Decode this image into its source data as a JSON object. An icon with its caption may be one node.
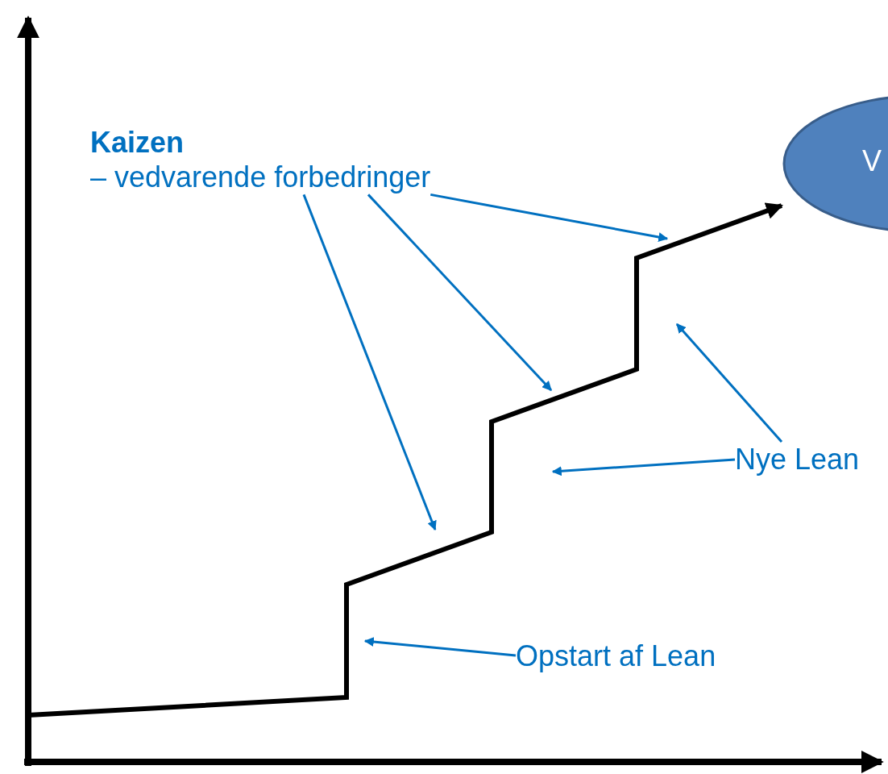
{
  "diagram": {
    "nodes": [
      {
        "text": [
          "Kaizen",
          "– vedvarende forbedringer"
        ]
      },
      {
        "text": [
          "Nye Lean"
        ]
      },
      {
        "text": [
          "Opstart af Lean"
        ]
      },
      {
        "text": [
          "V"
        ]
      }
    ],
    "edges": [
      {
        "from": 0,
        "to": null,
        "arrow": "to"
      },
      {
        "from": 0,
        "to": null,
        "arrow": "to"
      },
      {
        "from": 0,
        "to": null,
        "arrow": "to"
      },
      {
        "from": 1,
        "to": null,
        "arrow": "to"
      },
      {
        "from": 1,
        "to": null,
        "arrow": "to"
      },
      {
        "from": 2,
        "to": null,
        "arrow": "to"
      },
      {
        "from": null,
        "to": 3,
        "arrow": "to",
        "style": "thick",
        "color": "#000000"
      }
    ]
  }
}
